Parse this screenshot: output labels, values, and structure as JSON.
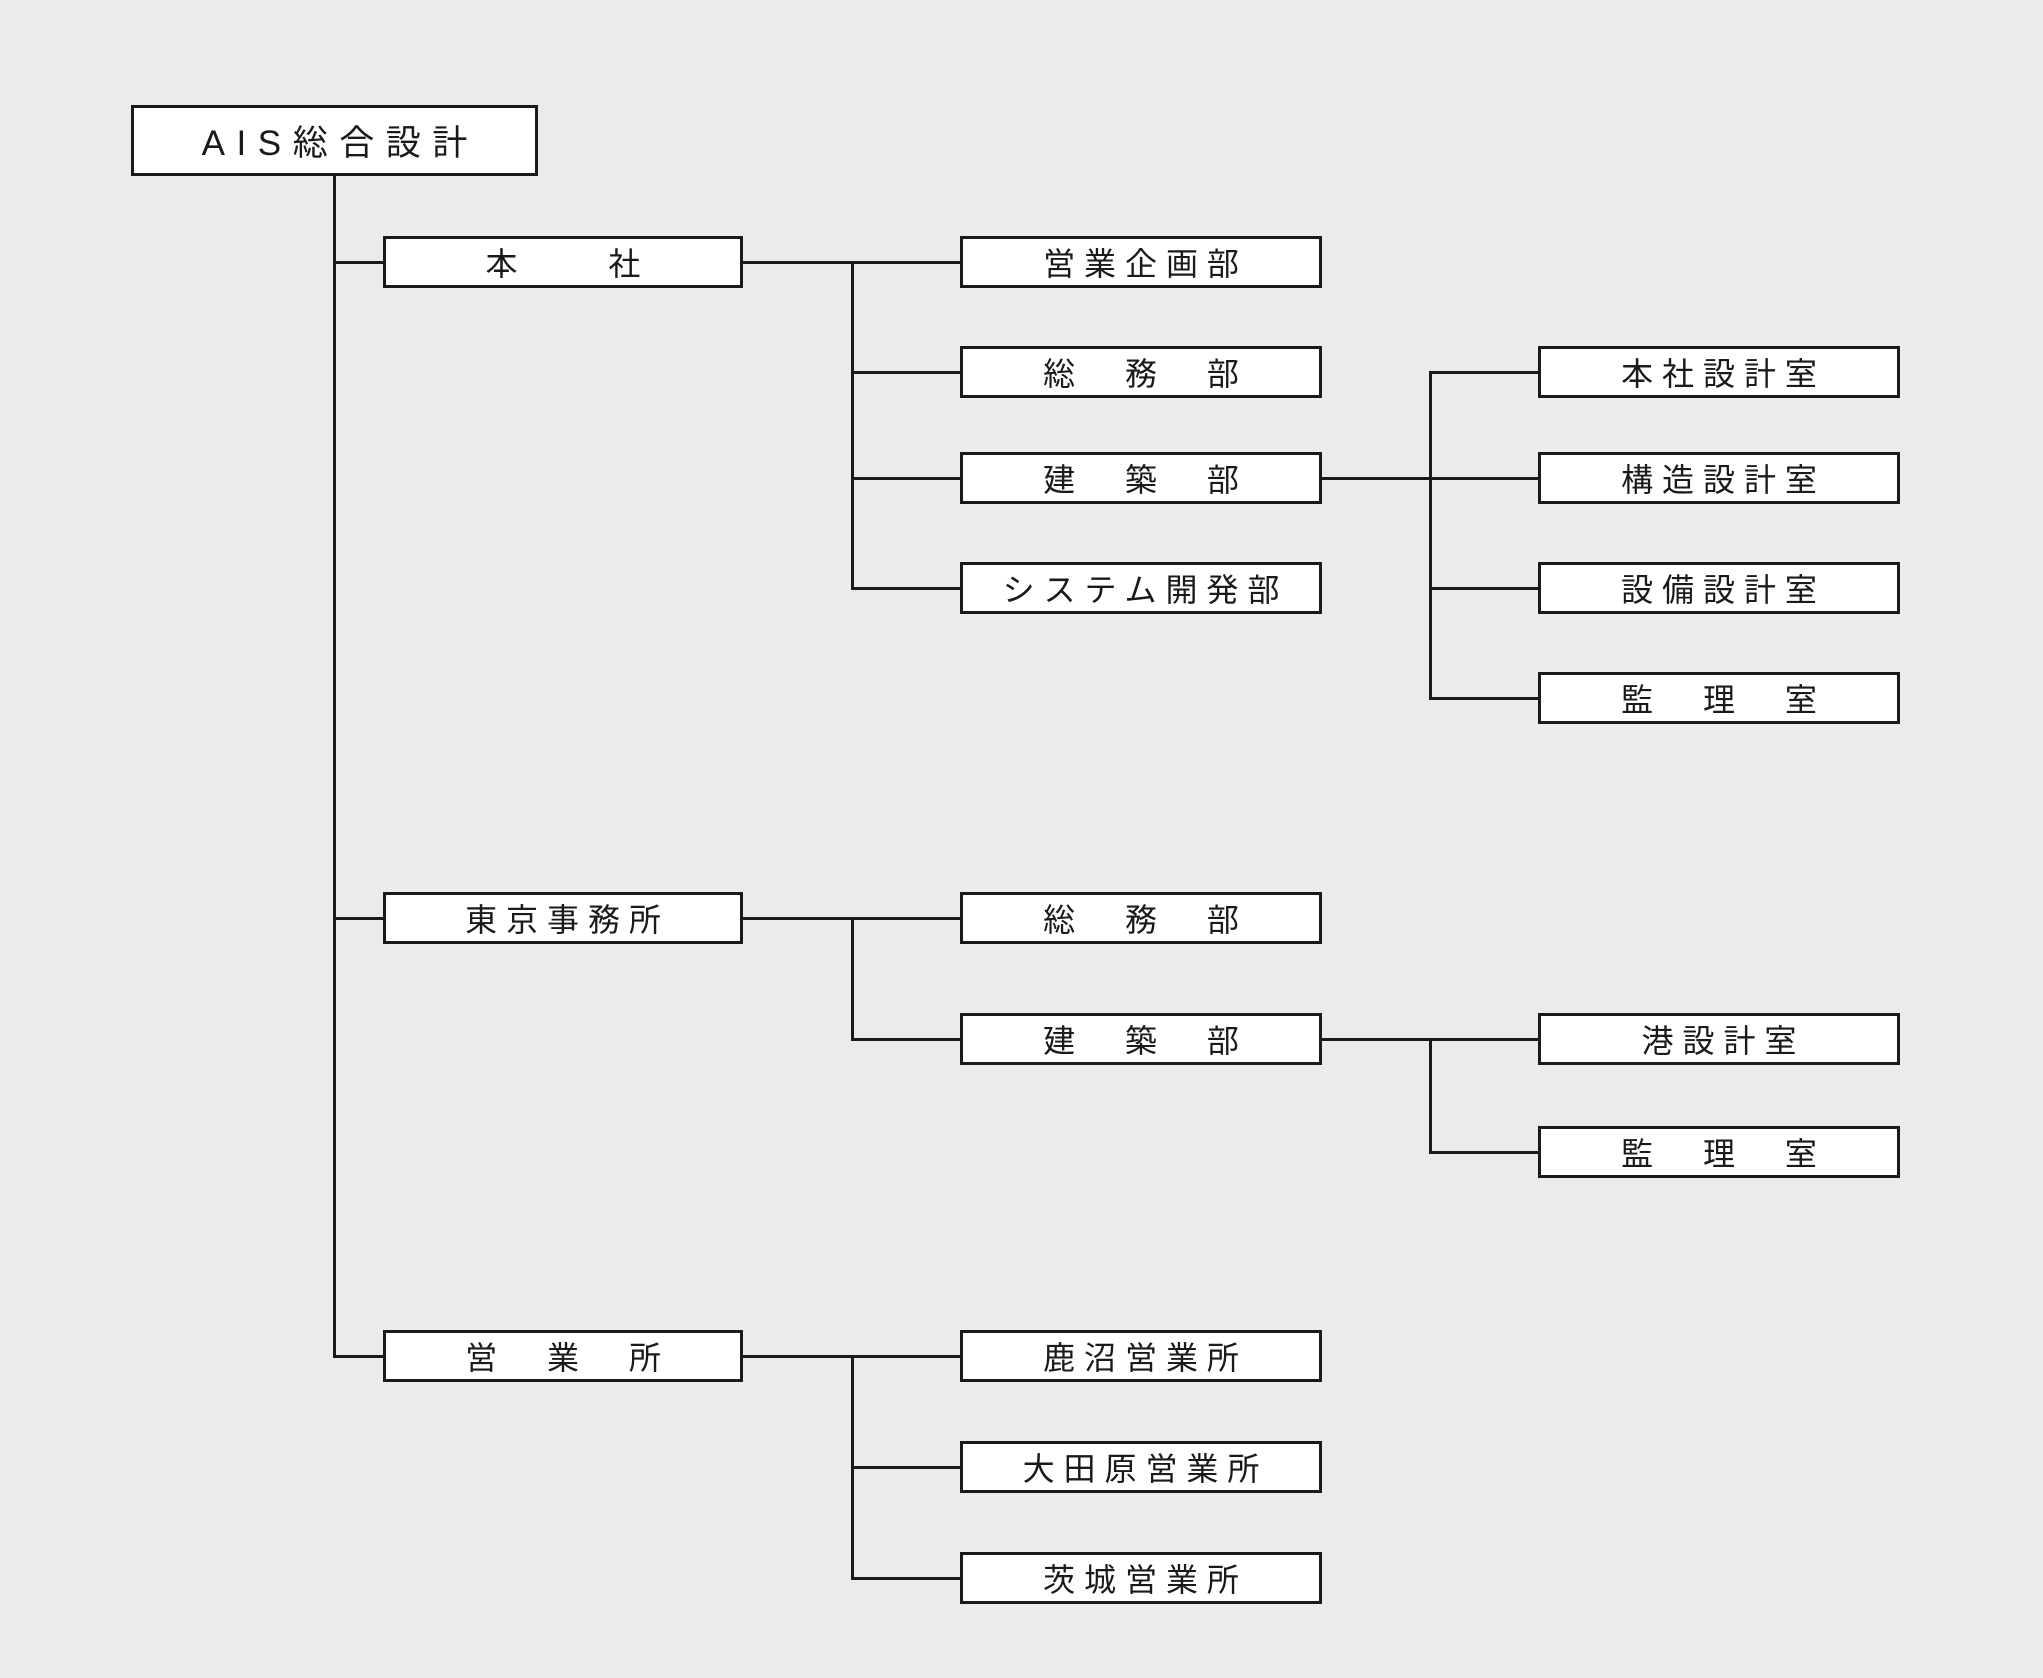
{
  "org_chart": {
    "type": "org-tree",
    "root": {
      "label": "AIS総合設計"
    },
    "branches": [
      {
        "label": "本　　社",
        "departments": [
          {
            "label": "営業企画部"
          },
          {
            "label": "総　務　部"
          },
          {
            "label": "建　築　部",
            "sections": [
              {
                "label": "本社設計室"
              },
              {
                "label": "構造設計室"
              },
              {
                "label": "設備設計室"
              },
              {
                "label": "監　理　室"
              }
            ]
          },
          {
            "label": "システム開発部"
          }
        ]
      },
      {
        "label": "東京事務所",
        "departments": [
          {
            "label": "総　務　部"
          },
          {
            "label": "建　築　部",
            "sections": [
              {
                "label": "港設計室"
              },
              {
                "label": "監　理　室"
              }
            ]
          }
        ]
      },
      {
        "label": "営　業　所",
        "departments": [
          {
            "label": "鹿沼営業所"
          },
          {
            "label": "大田原営業所"
          },
          {
            "label": "茨城営業所"
          }
        ]
      }
    ],
    "colors": {
      "background": "#ECEBE9",
      "box_fill": "#FFFFFF",
      "line": "#1A1A1A",
      "text": "#1A1A1A"
    }
  }
}
